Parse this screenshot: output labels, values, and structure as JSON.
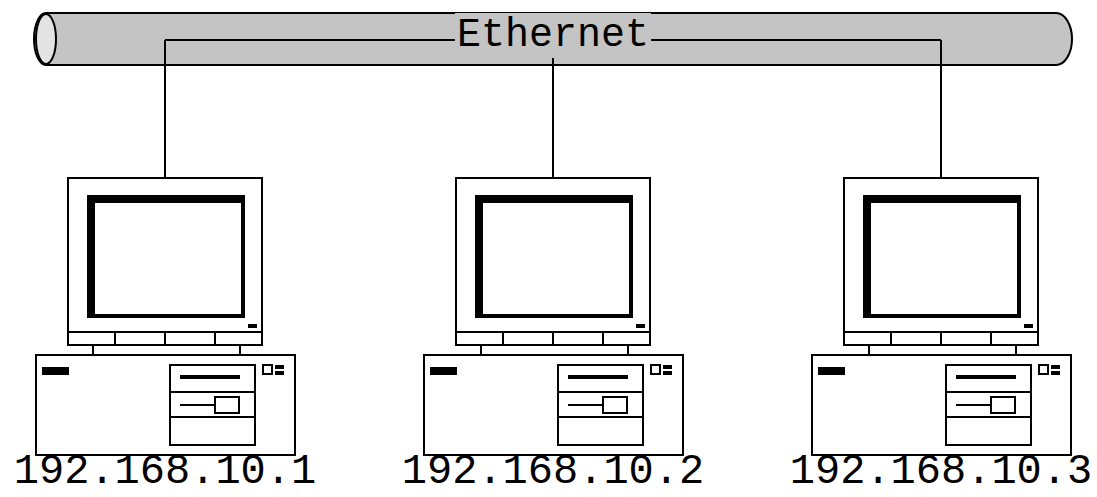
{
  "diagram": {
    "nodes": [
      {
        "text": [
          "Ethernet"
        ]
      },
      {
        "text": [
          "192.168.10.1"
        ]
      },
      {
        "text": [
          "192.168.10.2"
        ]
      },
      {
        "text": [
          "192.168.10.3"
        ]
      }
    ],
    "edges": [
      {
        "from": 1,
        "to": 0,
        "arrow": "none"
      },
      {
        "from": 2,
        "to": 0,
        "arrow": "none"
      },
      {
        "from": 3,
        "to": 0,
        "arrow": "none"
      }
    ]
  }
}
